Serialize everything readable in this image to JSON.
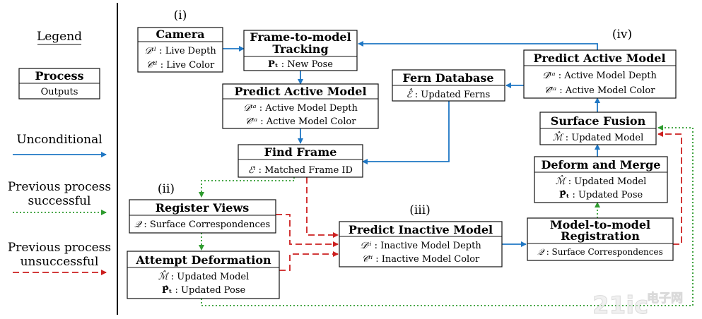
{
  "legend": {
    "title": "Legend",
    "process_label": "Process",
    "outputs_label": "Outputs",
    "unconditional": "Unconditional",
    "success_line1": "Previous process",
    "success_line2": "successful",
    "fail_line1": "Previous process",
    "fail_line2": "unsuccessful"
  },
  "stages": {
    "i": "(i)",
    "ii": "(ii)",
    "iii": "(iii)",
    "iv": "(iv)"
  },
  "colors": {
    "unconditional": "#1f77c4",
    "successful": "#2e9b2e",
    "unsuccessful": "#cc1f1f"
  },
  "nodes": {
    "camera": {
      "title": "Camera",
      "depth_sym": "𝒟ᵗˡ",
      "depth_text": " : Live Depth",
      "color_sym": "𝒞ᵗˡ",
      "color_text": " : Live Color"
    },
    "tracking": {
      "title1": "Frame-to-model",
      "title2": "Tracking",
      "pose_sym": "𝐏ₜ",
      "pose_text": " : New Pose"
    },
    "predict_active_left": {
      "title": "Predict Active Model",
      "depth_sym": "𝒟ᵗᵃ",
      "depth_text": " : Active Model Depth",
      "color_sym": "𝒞ᵗᵃ",
      "color_text": " : Active Model Color"
    },
    "find_frame": {
      "title": "Find Frame",
      "id_sym": "ℰⁱ",
      "id_text": " : Matched Frame ID"
    },
    "fern_db": {
      "title": "Fern Database",
      "fern_sym": "ℰ̂",
      "fern_text": " : Updated Ferns"
    },
    "predict_active_right": {
      "title": "Predict Active Model",
      "depth_sym": "𝒟̂ᵗᵃ",
      "depth_text": " : Active Model Depth",
      "color_sym": "𝒞̂ᵗᵃ",
      "color_text": " : Active Model Color"
    },
    "surface_fusion": {
      "title": "Surface Fusion",
      "model_sym": "ℳ̂",
      "model_text": " : Updated Model"
    },
    "deform_merge": {
      "title": "Deform and Merge",
      "model_sym": "ℳ̂",
      "model_text": " : Updated Model",
      "pose_sym": "𝐏̂ₜ",
      "pose_text": " : Updated Pose"
    },
    "register_views": {
      "title": "Register Views",
      "corr_sym": "𝒬",
      "corr_text": " : Surface Correspondences"
    },
    "attempt_deformation": {
      "title": "Attempt Deformation",
      "model_sym": "ℳ̂",
      "model_text": " : Updated Model",
      "pose_sym": "𝐏̂ₜ",
      "pose_text": " : Updated Pose"
    },
    "predict_inactive": {
      "title": "Predict Inactive Model",
      "depth_sym": "𝒟ᵗⁱ",
      "depth_text": " : Inactive Model Depth",
      "color_sym": "𝒞ᵗⁱ",
      "color_text": " : Inactive Model Color"
    },
    "model_registration": {
      "title1": "Model-to-model",
      "title2": "Registration",
      "corr_sym": "𝒬",
      "corr_text": " : Surface Correspondences"
    }
  },
  "watermark": {
    "main": "21ic",
    "cn": "电子网"
  }
}
